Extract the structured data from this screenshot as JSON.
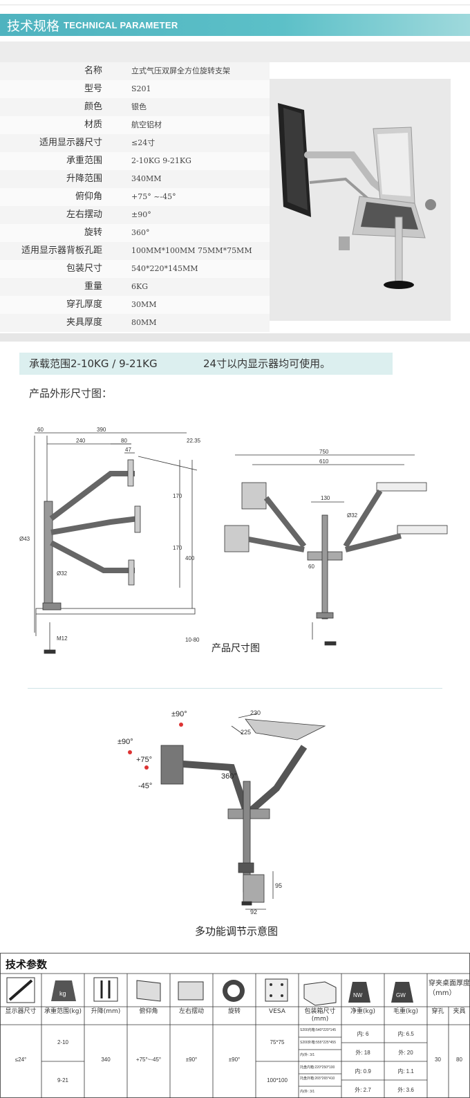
{
  "header": {
    "title_cn": "技术规格",
    "title_en": "TECHNICAL PARAMETER"
  },
  "specs": [
    {
      "label": "名称",
      "value": "立式气压双屏全方位旋转支架"
    },
    {
      "label": "型号",
      "value": "S201"
    },
    {
      "label": "颜色",
      "value": "银色"
    },
    {
      "label": "材质",
      "value": "航空铝材"
    },
    {
      "label": "适用显示器尺寸",
      "value": "≤24寸"
    },
    {
      "label": "承重范围",
      "value": "2-10KG 9-21KG"
    },
    {
      "label": "升降范围",
      "value": "340MM"
    },
    {
      "label": "俯仰角",
      "value": "+75° ~-45°"
    },
    {
      "label": "左右摆动",
      "value": "±90°"
    },
    {
      "label": "旋转",
      "value": "360°"
    },
    {
      "label": "适用显示器背板孔距",
      "value": "100MM*100MM  75MM*75MM"
    },
    {
      "label": "包装尺寸",
      "value": "540*220*145MM"
    },
    {
      "label": "重量",
      "value": "6KG"
    },
    {
      "label": "穿孔厚度",
      "value": "30MM"
    },
    {
      "label": "夹具厚度",
      "value": "80MM"
    }
  ],
  "load_banner": {
    "left": "承载范围2-10KG / 9-21KG",
    "right": "24寸以内显示器均可使用。"
  },
  "dim_title": "产品外形尺寸图：",
  "dim_caption": "产品尺寸图",
  "dims": {
    "left": [
      "60",
      "390",
      "240",
      "80",
      "47",
      "22.35",
      "170",
      "170",
      "400",
      "Ø43",
      "Ø32",
      "M12",
      "10-80"
    ],
    "right": [
      "750",
      "610",
      "130",
      "Ø32",
      "60"
    ]
  },
  "adjust": {
    "labels": [
      "±90°",
      "±90°",
      "+75°",
      "-45°",
      "360°",
      "230",
      "225",
      "95",
      "92"
    ],
    "caption": "多功能调节示意图"
  },
  "tech_table": {
    "title": "技术参数",
    "headers": [
      "显示器尺寸",
      "承重范围(kg)",
      "升降(mm)",
      "俯仰角",
      "左右摆动",
      "旋转",
      "VESA",
      "包装箱尺寸(mm)",
      "净重(kg)",
      "毛重(kg)",
      "穿孔",
      "夹具"
    ],
    "extra_header": "穿夹桌面厚度（mm）",
    "icon_labels": [
      "kg",
      "NW",
      "GW"
    ],
    "cells": {
      "size": "≤24°",
      "load": [
        "2-10",
        "9-21"
      ],
      "lift": "340",
      "tilt": "+75°~-45°",
      "swing": "±90°",
      "rotate": "±90°",
      "vesa": [
        "75*75",
        "100*100"
      ],
      "pack": [
        "S200内箱:540*220*145",
        "S200外箱:555*225*455",
        "内/外: 3/1",
        "托盘内箱:220*250*100",
        "托盘外箱:265*265*410",
        "内/外: 3/1"
      ],
      "nw": [
        "内: 6",
        "外: 18",
        "内: 0.9",
        "外: 2.7"
      ],
      "gw": [
        "内: 6.5",
        "外: 20",
        "内: 1.1",
        "外: 3.6"
      ],
      "hole": "30",
      "clamp": "80"
    }
  }
}
